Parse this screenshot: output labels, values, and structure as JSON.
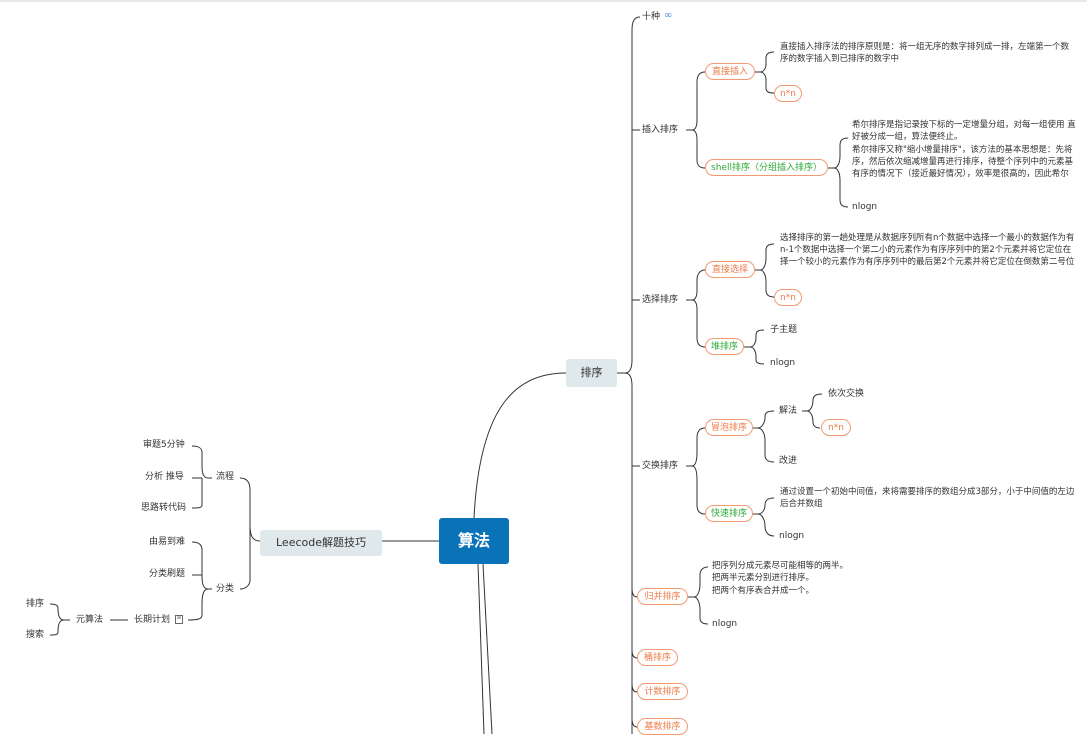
{
  "root": {
    "label": "算法"
  },
  "left_branch": {
    "label": "Leecode解题技巧",
    "process": {
      "label": "流程",
      "items": [
        "审题5分钟",
        "分析 推导",
        "思路转代码"
      ]
    },
    "category": {
      "label": "分类",
      "items": [
        "由易到难",
        "分类刷题"
      ]
    },
    "long_plan": {
      "label": "长期计划",
      "meta": {
        "label": "元算法",
        "items": [
          "排序",
          "搜索"
        ]
      }
    }
  },
  "right_branch": {
    "label": "排序",
    "ten_kinds": {
      "label": "十种"
    },
    "insertion": {
      "label": "插入排序",
      "direct": {
        "label": "直接插入",
        "desc": [
          "直接插入排序法的排序原则是：将一组无序的数字排列成一排，左端第一个数",
          "序的数字插入到已排序的数字中"
        ],
        "complexity": "n*n"
      },
      "shell": {
        "label": "shell排序（分组插入排序）",
        "desc": [
          "希尔排序是指记录按下标的一定增量分组，对每一组使用 直",
          "好被分成一组，算法便终止。",
          "希尔排序又称\"缩小增量排序\"，该方法的基本思想是：先将",
          "序，然后依次缩减增量再进行排序，待整个序列中的元素基",
          "有序的情况下（接近最好情况），效率是很高的，因此希尔"
        ],
        "complexity": "nlogn"
      }
    },
    "selection": {
      "label": "选择排序",
      "direct": {
        "label": "直接选择",
        "desc": [
          "选择排序的第一趟处理是从数据序列所有n个数据中选择一个最小的数据作为有",
          "n-1个数据中选择一个第二小的元素作为有序序列中的第2个元素并将它定位在",
          "择一个较小的元素作为有序序列中的最后第2个元素并将它定位在倒数第二号位"
        ],
        "complexity": "n*n"
      },
      "heap": {
        "label": "堆排序",
        "children": [
          "子主题",
          "nlogn"
        ]
      }
    },
    "exchange": {
      "label": "交换排序",
      "bubble": {
        "label": "冒泡排序",
        "solution": {
          "label": "解法",
          "children": [
            "依次交换",
            "n*n"
          ]
        },
        "improve": "改进"
      },
      "quick": {
        "label": "快速排序",
        "desc": [
          "通过设置一个初始中间值，来将需要排序的数组分成3部分，小于中间值的左边",
          "后合并数组"
        ],
        "complexity": "nlogn"
      }
    },
    "merge": {
      "label": "归并排序",
      "desc": [
        "把序列分成元素尽可能相等的两半。",
        "把两半元素分别进行排序。",
        "把两个有序表合并成一个。"
      ],
      "complexity": "nlogn"
    },
    "bucket": {
      "label": "桶排序"
    },
    "counting": {
      "label": "计数排序"
    },
    "radix": {
      "label": "基数排序"
    }
  },
  "colors": {
    "root": "#0a73b8",
    "main_branch_bg": "#dfe8ea",
    "pill_border": "#f39a72",
    "orange_text": "#ef7b4a",
    "green_text": "#2faa3a",
    "line": "#333333",
    "ten_icon": "#4a90d9"
  },
  "icons": {
    "ten_kinds_link": "link-icon",
    "long_plan_note": "note-icon"
  }
}
